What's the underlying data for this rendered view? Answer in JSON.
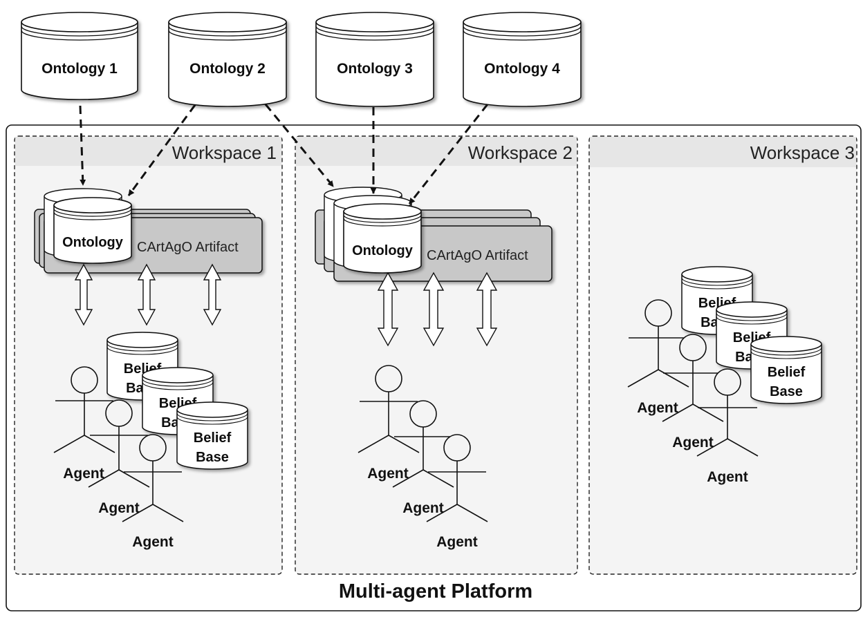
{
  "ontologies": [
    {
      "label": "Ontology 1"
    },
    {
      "label": "Ontology 2"
    },
    {
      "label": "Ontology 3"
    },
    {
      "label": "Ontology 4"
    }
  ],
  "platform": {
    "label": "Multi-agent Platform"
  },
  "workspaces": [
    {
      "title": "Workspace 1",
      "artifact": {
        "ontology_label": "Ontology",
        "artifact_label": "CArtAgO Artifact"
      },
      "agents": [
        {
          "label": "Agent"
        },
        {
          "label": "Agent"
        },
        {
          "label": "Agent"
        }
      ],
      "belief_bases": [
        {
          "line1": "Belief",
          "line2": "Base"
        },
        {
          "line1": "Belief",
          "line2": "Base"
        },
        {
          "line1": "Belief",
          "line2": "Base"
        }
      ]
    },
    {
      "title": "Workspace 2",
      "artifact": {
        "ontology_label": "Ontology",
        "artifact_label": "CArtAgO Artifact"
      },
      "agents": [
        {
          "label": "Agent"
        },
        {
          "label": "Agent"
        },
        {
          "label": "Agent"
        }
      ],
      "belief_bases": []
    },
    {
      "title": "Workspace 3",
      "agents": [
        {
          "label": "Agent"
        },
        {
          "label": "Agent"
        },
        {
          "label": "Agent"
        }
      ],
      "belief_bases": [
        {
          "line1": "Belief",
          "line2": "Base"
        },
        {
          "line1": "Belief",
          "line2": "Base"
        },
        {
          "line1": "Belief",
          "line2": "Base"
        }
      ]
    }
  ],
  "colors": {
    "workspace_fill": "#f4f4f4",
    "workspace_header": "#e6e6e6",
    "artifact_fill": "#c8c8c8",
    "cylinder_fill": "#ffffff",
    "stroke": "#111111"
  }
}
